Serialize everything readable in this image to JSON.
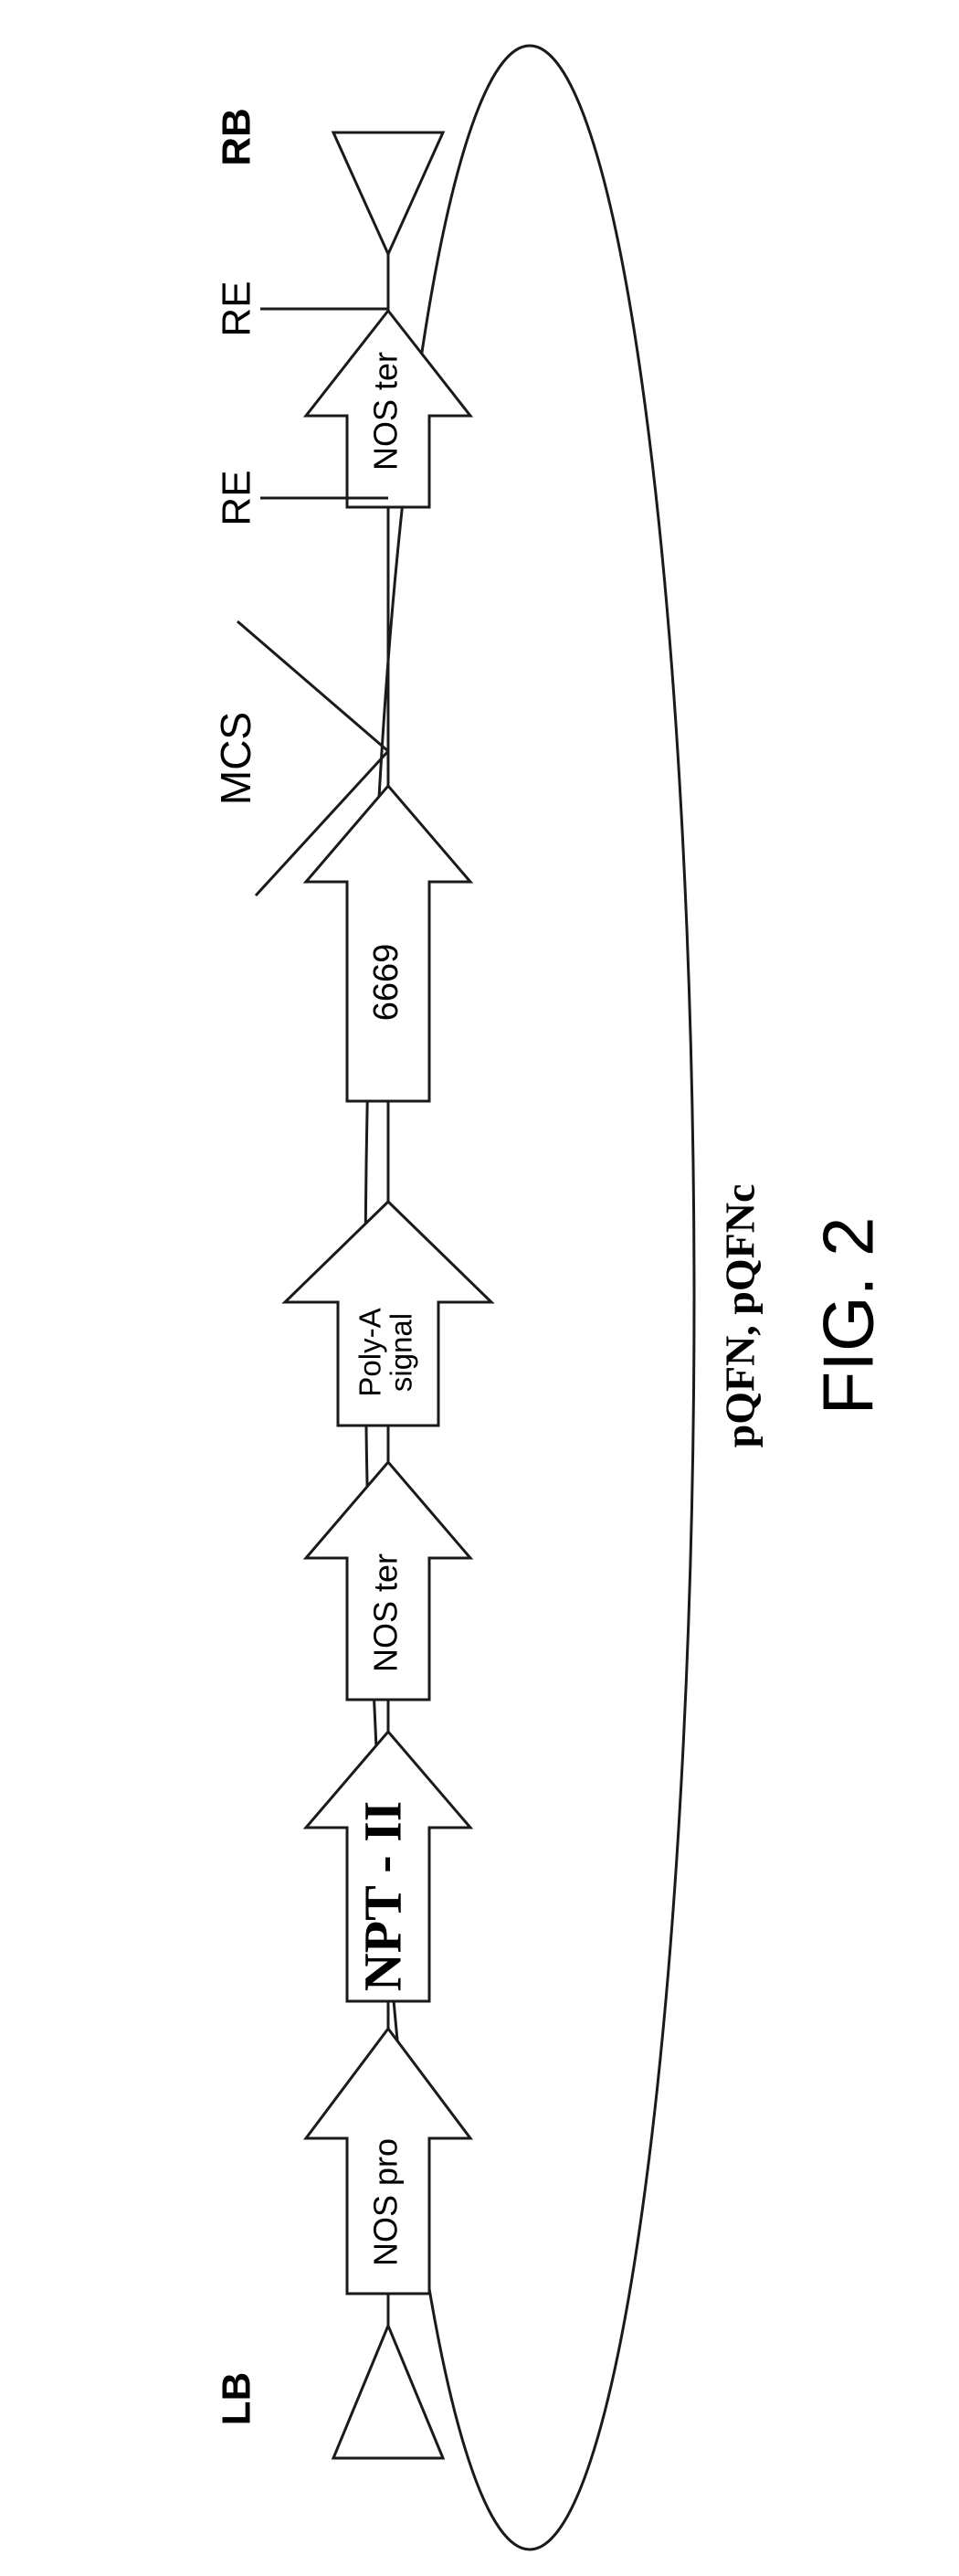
{
  "diagram": {
    "borders": {
      "left": "LB",
      "right": "RB"
    },
    "elements": [
      {
        "id": "nos-pro",
        "label": [
          "NOS pro"
        ]
      },
      {
        "id": "npt-ii",
        "label": [
          "NPT - II"
        ]
      },
      {
        "id": "nos-ter-1",
        "label": [
          "NOS ter"
        ]
      },
      {
        "id": "poly-a",
        "label": [
          "Poly-A",
          "signal"
        ]
      },
      {
        "id": "gene-6669",
        "label": [
          "6669"
        ]
      },
      {
        "id": "nos-ter-2",
        "label": [
          "NOS ter"
        ]
      }
    ],
    "sites": {
      "mcs": "MCS",
      "re_left": "RE",
      "re_right": "RE"
    },
    "plasmid_names": "pQFN, pQFNc",
    "figure_label": "FIG. 2"
  }
}
